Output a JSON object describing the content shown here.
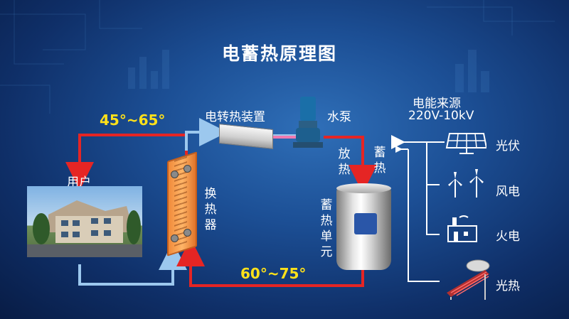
{
  "diagram": {
    "title": "电蓄热原理图",
    "hot_supply_temp": "45°~65°",
    "return_temp": "60°~75°",
    "user_label": "用户",
    "heater_label": "电转热装置",
    "pump_label": "水泵",
    "exchanger_label": "换热器",
    "discharge_label": "放热",
    "storage_label": "蓄热",
    "tank_label": "蓄热单元",
    "power_source": {
      "title": "电能来源",
      "voltage": "220V-10kV"
    },
    "sources": [
      "光伏",
      "风电",
      "火电",
      "光热"
    ],
    "colors": {
      "hot_pipe": "#e52524",
      "cold_pipe": "#9cc8ee",
      "temp_text": "#ffe11a"
    }
  }
}
